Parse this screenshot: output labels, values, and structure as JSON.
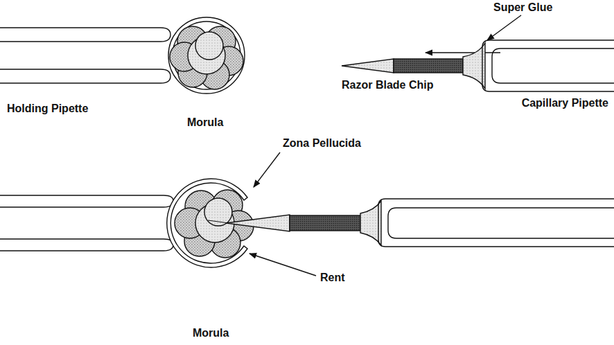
{
  "diagram": {
    "labels": [
      "Super Glue",
      "Razor Blade Chip",
      "Capillary Pipette",
      "Holding Pipette",
      "Morula",
      "Zona Pellucida",
      "Rent",
      "Morula"
    ]
  }
}
